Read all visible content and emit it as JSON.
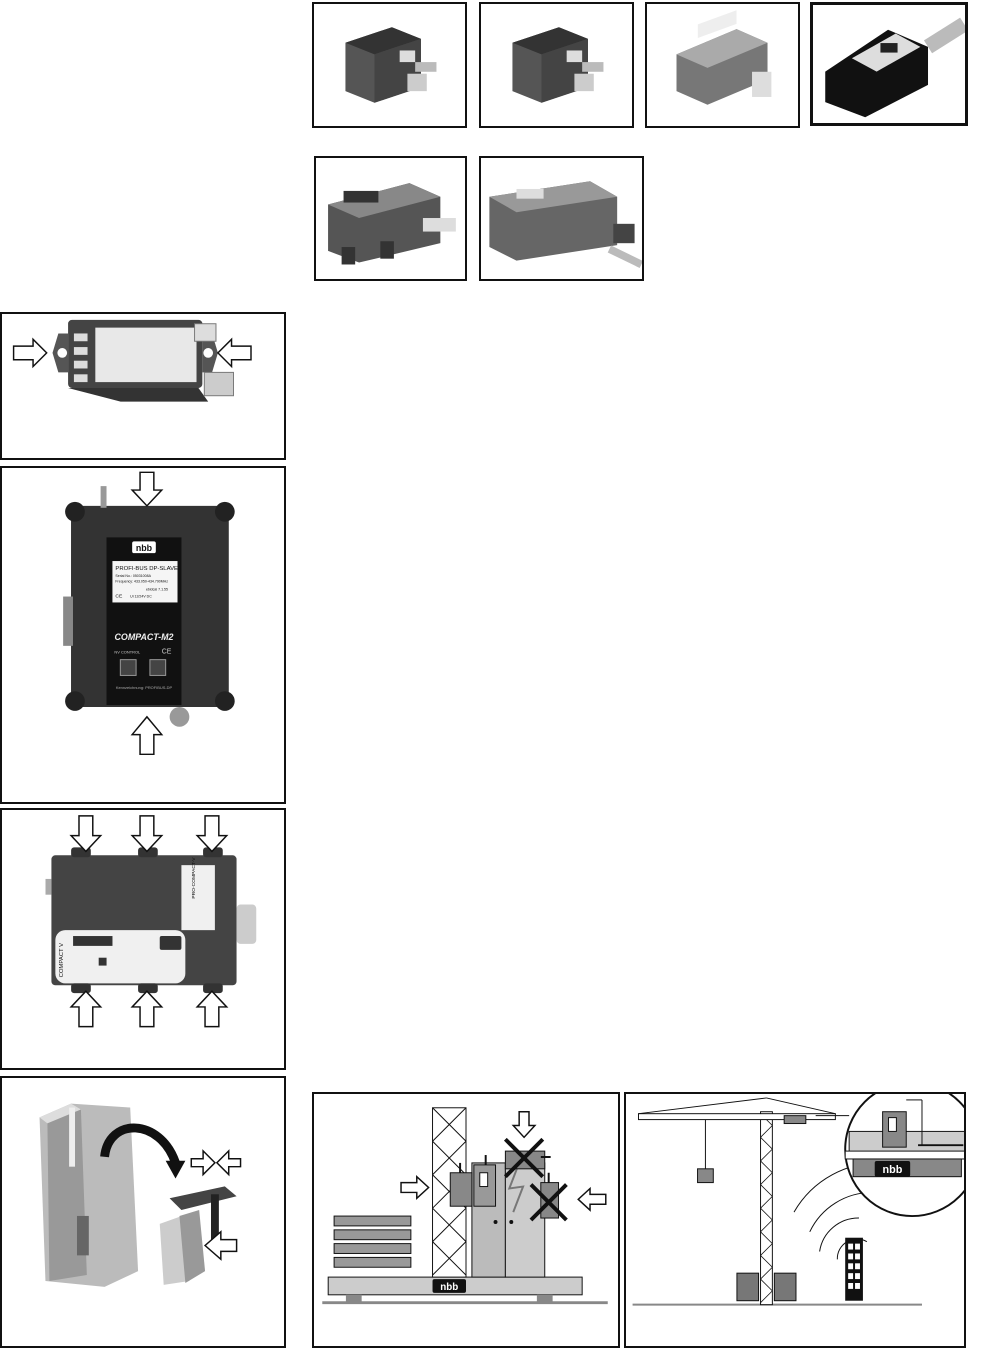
{
  "brand": {
    "logo_text": "nbb"
  },
  "m2_label": {
    "line1": "PROFI-BUS DP-SLAVE",
    "line2": "Serial No.: 05031008A",
    "line3": "Frequency: 433.050-434.790MHz",
    "line4": "ebidcal 7.1.55",
    "line5": "Ui 12/24V DC"
  },
  "m2_model": "COMPACT-M2",
  "m2_nv_mark": "NV CONTROL",
  "m2_footer": "Kennzeichnung: PROFIBUS-DP",
  "v_model": "COMPACT V",
  "v_side_label": "PRO-COMPACT-V"
}
